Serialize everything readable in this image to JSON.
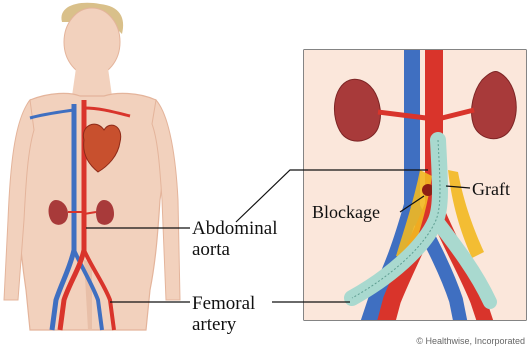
{
  "labels": {
    "abdominal_aorta_line1": "Abdominal",
    "abdominal_aorta_line2": "aorta",
    "femoral_artery_line1": "Femoral",
    "femoral_artery_line2": "artery",
    "blockage": "Blockage",
    "graft": "Graft"
  },
  "credit": "© Healthwise, Incorporated",
  "colors": {
    "skin": "#f2d1bd",
    "skin_shadow": "#e4b49b",
    "artery": "#d9342b",
    "vein": "#3f6fc1",
    "kidney": "#a83a3a",
    "heart": "#c8502e",
    "graft": "#a9d9cf",
    "plaque": "#f2b820",
    "panel_bg": "#fbe7db",
    "leader": "#111111"
  }
}
